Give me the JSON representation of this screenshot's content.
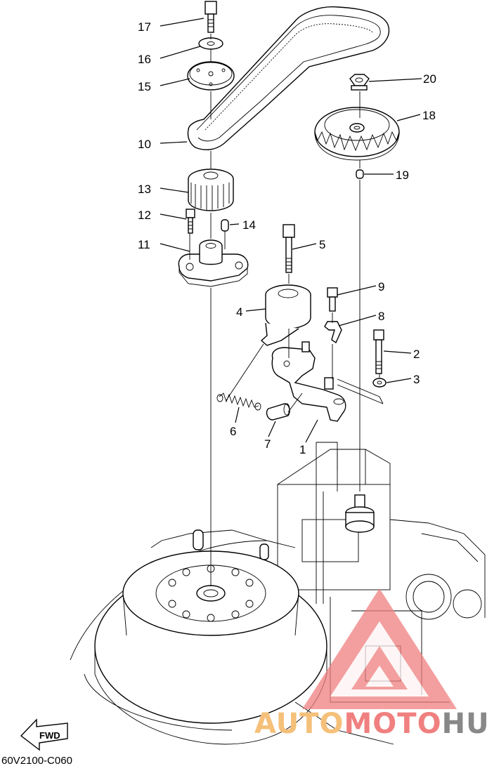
{
  "diagram": {
    "code": "60V2100-C060",
    "orientation_label": "FWD",
    "watermark": {
      "part1": "AUTO",
      "part2": "MOTO",
      "part3": "HUB",
      "color_auto": "#f5c07a",
      "color_moto": "#f08080",
      "color_hub": "#888888"
    },
    "callouts": {
      "p1": "1",
      "p2": "2",
      "p3": "3",
      "p4": "4",
      "p5": "5",
      "p6": "6",
      "p7": "7",
      "p8": "8",
      "p9": "9",
      "p10": "10",
      "p11": "11",
      "p12": "12",
      "p13": "13",
      "p14": "14",
      "p15": "15",
      "p16": "16",
      "p17": "17",
      "p18": "18",
      "p19": "19",
      "p20": "20"
    }
  }
}
